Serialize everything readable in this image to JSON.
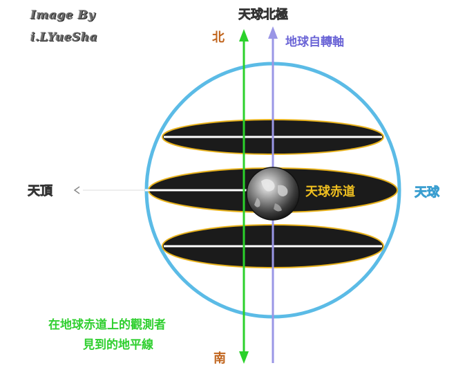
{
  "credit": {
    "line1": "Image By",
    "line2": "i.LYueSha"
  },
  "labels": {
    "axis_top": "天球北極",
    "north": "北",
    "south": "南",
    "earth_axis": "地球自轉軸",
    "west_side": "天頂",
    "equator_label": "天球赤道",
    "right_side": "天球",
    "observer_line1": "在地球赤道上的觀測者",
    "observer_line2": "見到的地平線"
  },
  "colors": {
    "sphere": "#5bbbe6",
    "disc": "#1b1b1b",
    "disc_rim": "#e8b21c",
    "horizon_axis": "#2bd12b",
    "earth_axis": "#9a96e6",
    "observer_text": "#2fcf2f",
    "cardinal_text": "#c0641c",
    "equator_text": "#f0c020"
  },
  "icons": {
    "earth": "earth-globe-icon",
    "arrow_left": "arrow-left-icon"
  }
}
